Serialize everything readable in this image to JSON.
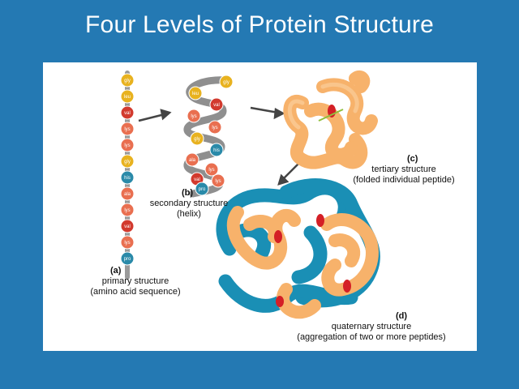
{
  "slide": {
    "title": "Four Levels of Protein Structure"
  },
  "diagram": {
    "primary": {
      "tag": "(a)",
      "line1": "primary structure",
      "line2": "(amino acid sequence)"
    },
    "secondary": {
      "tag": "(b)",
      "line1": "secondary structure",
      "line2": "(helix)"
    },
    "tertiary": {
      "tag": "(c)",
      "line1": "tertiary structure",
      "line2": "(folded individual peptide)"
    },
    "quaternary": {
      "tag": "(d)",
      "line1": "quaternary structure",
      "line2": "(aggregation of two or more peptides)"
    },
    "chain": [
      {
        "label": "gly",
        "color": "#e8b21f"
      },
      {
        "label": "leu",
        "color": "#e8b21f"
      },
      {
        "label": "val",
        "color": "#d23a2e"
      },
      {
        "label": "lys",
        "color": "#e96f50"
      },
      {
        "label": "lys",
        "color": "#e96f50"
      },
      {
        "label": "gly",
        "color": "#e8b21f"
      },
      {
        "label": "his",
        "color": "#2a8aa9"
      },
      {
        "label": "ala",
        "color": "#e96f50"
      },
      {
        "label": "lys",
        "color": "#e96f50"
      },
      {
        "label": "val",
        "color": "#d23a2e"
      },
      {
        "label": "lys",
        "color": "#e96f50"
      },
      {
        "label": "pro",
        "color": "#2a8aa9"
      }
    ],
    "helix": [
      {
        "label": "gly",
        "color": "#e8b21f"
      },
      {
        "label": "leu",
        "color": "#e8b21f"
      },
      {
        "label": "val",
        "color": "#d23a2e"
      },
      {
        "label": "lys",
        "color": "#e96f50"
      },
      {
        "label": "lys",
        "color": "#e96f50"
      },
      {
        "label": "gly",
        "color": "#e8b21f"
      },
      {
        "label": "his",
        "color": "#2a8aa9"
      },
      {
        "label": "ala",
        "color": "#e96f50"
      },
      {
        "label": "lys",
        "color": "#e96f50"
      },
      {
        "label": "val",
        "color": "#d23a2e"
      },
      {
        "label": "lys",
        "color": "#e96f50"
      },
      {
        "label": "pro",
        "color": "#2a8aa9"
      }
    ],
    "colors": {
      "background": "#2479b3",
      "peptide_orange": "#f7b26b",
      "peptide_blue": "#1a8fb5",
      "heme_red": "#d41f26",
      "arrow": "#444444"
    }
  }
}
